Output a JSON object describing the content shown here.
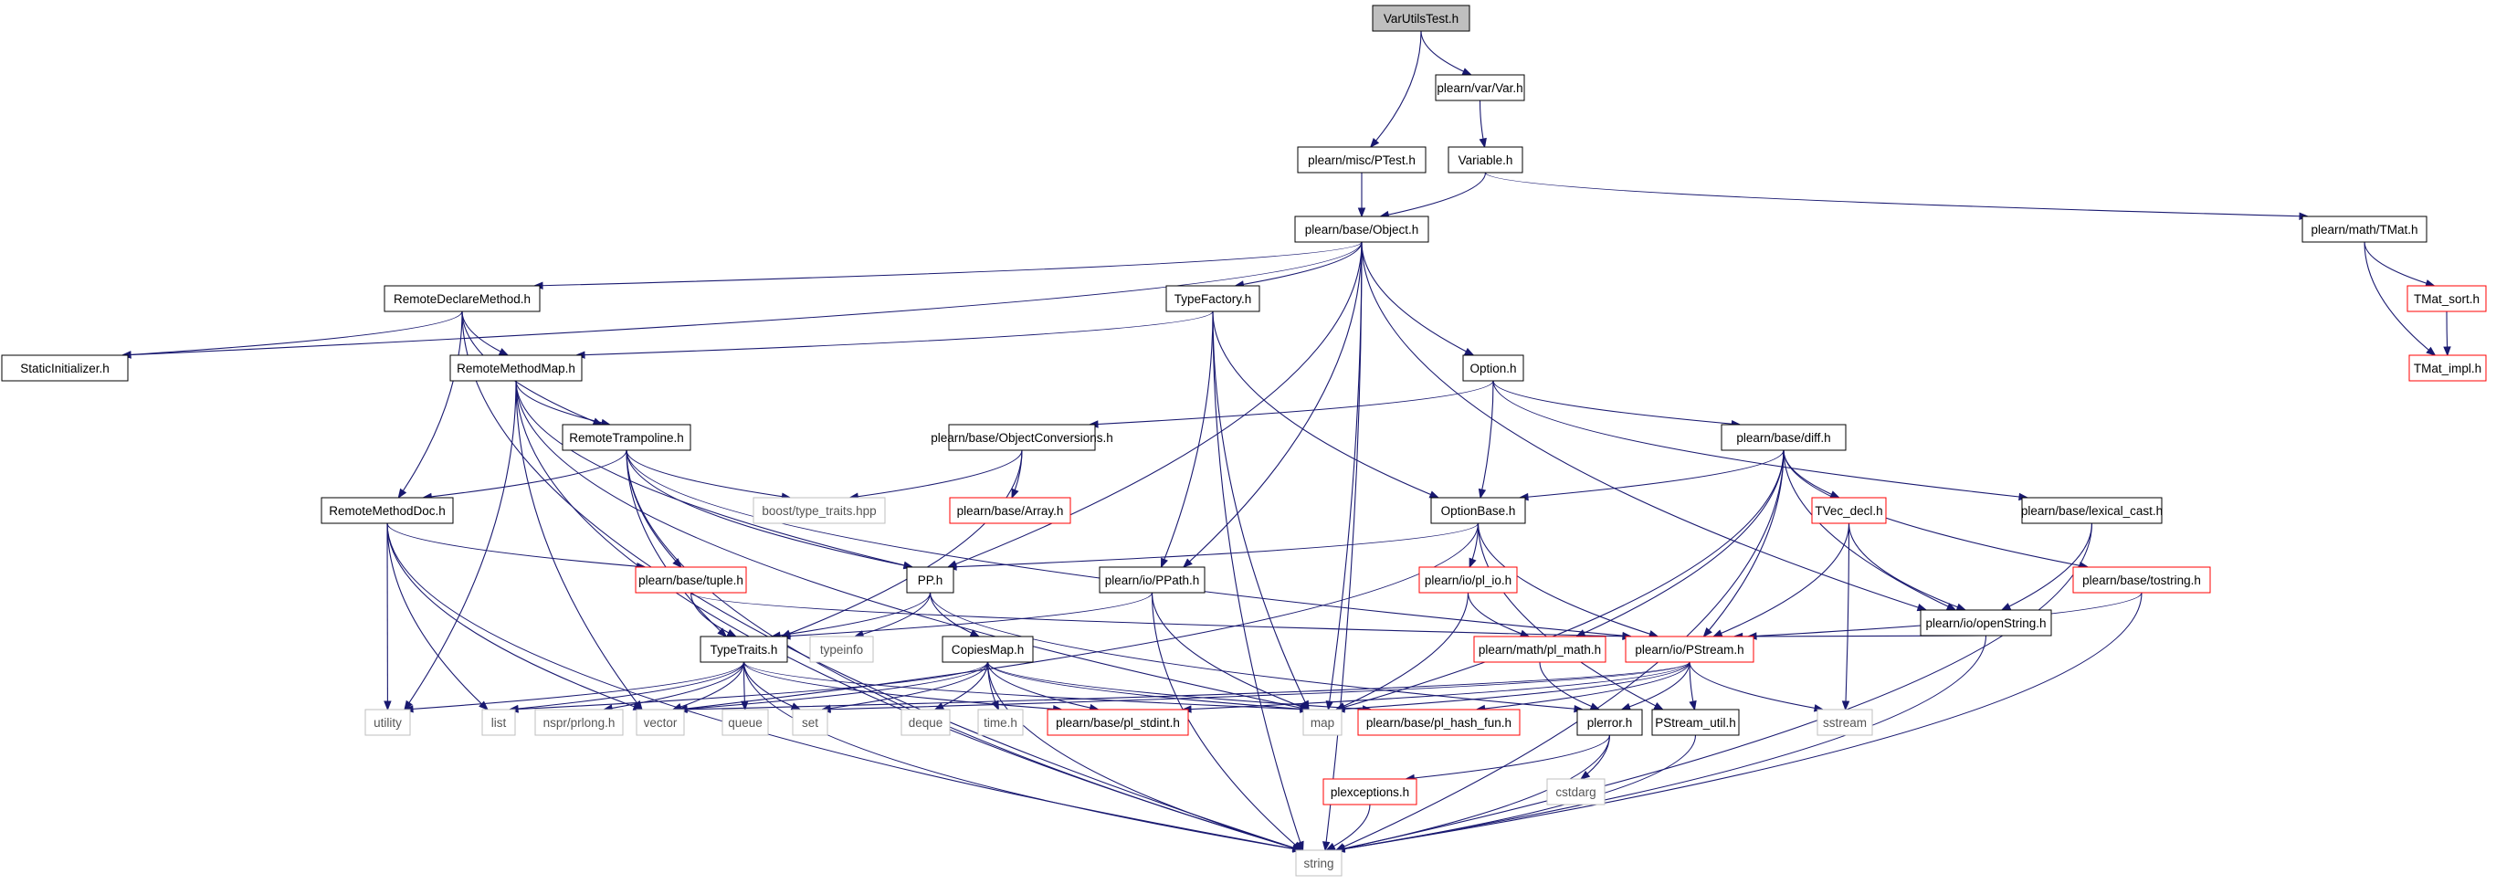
{
  "graph": {
    "edge_color": "#191970",
    "node_styles": {
      "root": {
        "fill": "#bfbfbf",
        "border": "#000000"
      },
      "documented": {
        "fill": "#ffffff",
        "border": "#000000"
      },
      "truncated": {
        "fill": "#ffffff",
        "border": "#ff0000"
      },
      "external": {
        "fill": "#ffffff",
        "border": "#bfbfbf"
      }
    },
    "nodes": [
      {
        "id": "VarUtilsTest",
        "label": "VarUtilsTest.h",
        "style": "root"
      },
      {
        "id": "VarH",
        "label": "plearn/var/Var.h",
        "style": "documented"
      },
      {
        "id": "PTest",
        "label": "plearn/misc/PTest.h",
        "style": "documented"
      },
      {
        "id": "Variable",
        "label": "Variable.h",
        "style": "documented"
      },
      {
        "id": "Object",
        "label": "plearn/base/Object.h",
        "style": "documented"
      },
      {
        "id": "TMat",
        "label": "plearn/math/TMat.h",
        "style": "documented"
      },
      {
        "id": "TMatSort",
        "label": "TMat_sort.h",
        "style": "truncated"
      },
      {
        "id": "TMatImpl",
        "label": "TMat_impl.h",
        "style": "truncated"
      },
      {
        "id": "RemoteDeclareMethod",
        "label": "RemoteDeclareMethod.h",
        "style": "documented"
      },
      {
        "id": "StaticInitializer",
        "label": "StaticInitializer.h",
        "style": "documented"
      },
      {
        "id": "TypeFactory",
        "label": "TypeFactory.h",
        "style": "documented"
      },
      {
        "id": "RemoteMethodMap",
        "label": "RemoteMethodMap.h",
        "style": "documented"
      },
      {
        "id": "Option",
        "label": "Option.h",
        "style": "documented"
      },
      {
        "id": "RemoteTrampoline",
        "label": "RemoteTrampoline.h",
        "style": "documented"
      },
      {
        "id": "ObjectConversions",
        "label": "plearn/base/ObjectConversions.h",
        "style": "documented"
      },
      {
        "id": "Diff",
        "label": "plearn/base/diff.h",
        "style": "documented"
      },
      {
        "id": "RemoteMethodDoc",
        "label": "RemoteMethodDoc.h",
        "style": "documented"
      },
      {
        "id": "BoostTypeTraits",
        "label": "boost/type_traits.hpp",
        "style": "external"
      },
      {
        "id": "PlearnArray",
        "label": "plearn/base/Array.h",
        "style": "truncated"
      },
      {
        "id": "OptionBase",
        "label": "OptionBase.h",
        "style": "documented"
      },
      {
        "id": "TVecDecl",
        "label": "TVec_decl.h",
        "style": "truncated"
      },
      {
        "id": "LexicalCast",
        "label": "plearn/base/lexical_cast.h",
        "style": "documented"
      },
      {
        "id": "Tuple",
        "label": "plearn/base/tuple.h",
        "style": "truncated"
      },
      {
        "id": "PPH",
        "label": "PP.h",
        "style": "documented"
      },
      {
        "id": "PPath",
        "label": "plearn/io/PPath.h",
        "style": "documented"
      },
      {
        "id": "PlIo",
        "label": "plearn/io/pl_io.h",
        "style": "truncated"
      },
      {
        "id": "OpenString",
        "label": "plearn/io/openString.h",
        "style": "documented"
      },
      {
        "id": "Tostring",
        "label": "plearn/base/tostring.h",
        "style": "truncated"
      },
      {
        "id": "TypeTraits",
        "label": "TypeTraits.h",
        "style": "documented"
      },
      {
        "id": "Typeinfo",
        "label": "typeinfo",
        "style": "external"
      },
      {
        "id": "CopiesMap",
        "label": "CopiesMap.h",
        "style": "documented"
      },
      {
        "id": "PlMath",
        "label": "plearn/math/pl_math.h",
        "style": "truncated"
      },
      {
        "id": "PStream",
        "label": "plearn/io/PStream.h",
        "style": "truncated"
      },
      {
        "id": "Utility",
        "label": "utility",
        "style": "external"
      },
      {
        "id": "List",
        "label": "list",
        "style": "external"
      },
      {
        "id": "Nspr",
        "label": "nspr/prlong.h",
        "style": "external"
      },
      {
        "id": "Vector",
        "label": "vector",
        "style": "external"
      },
      {
        "id": "Queue",
        "label": "queue",
        "style": "external"
      },
      {
        "id": "Set",
        "label": "set",
        "style": "external"
      },
      {
        "id": "Deque",
        "label": "deque",
        "style": "external"
      },
      {
        "id": "TimeH",
        "label": "time.h",
        "style": "external"
      },
      {
        "id": "PlStdint",
        "label": "plearn/base/pl_stdint.h",
        "style": "truncated"
      },
      {
        "id": "Map",
        "label": "map",
        "style": "external"
      },
      {
        "id": "PlHashFun",
        "label": "plearn/base/pl_hash_fun.h",
        "style": "truncated"
      },
      {
        "id": "Plerror",
        "label": "plerror.h",
        "style": "documented"
      },
      {
        "id": "PStreamUtil",
        "label": "PStream_util.h",
        "style": "documented"
      },
      {
        "id": "Sstream",
        "label": "sstream",
        "style": "external"
      },
      {
        "id": "Plexceptions",
        "label": "plexceptions.h",
        "style": "truncated"
      },
      {
        "id": "Cstdarg",
        "label": "cstdarg",
        "style": "external"
      },
      {
        "id": "String",
        "label": "string",
        "style": "external"
      }
    ],
    "edges": [
      [
        "VarUtilsTest",
        "PTest"
      ],
      [
        "VarUtilsTest",
        "VarH"
      ],
      [
        "VarH",
        "Variable"
      ],
      [
        "PTest",
        "Object"
      ],
      [
        "Variable",
        "Object"
      ],
      [
        "Variable",
        "TMat"
      ],
      [
        "TMat",
        "TMatSort"
      ],
      [
        "TMat",
        "TMatImpl"
      ],
      [
        "TMatSort",
        "TMatImpl"
      ],
      [
        "Object",
        "StaticInitializer"
      ],
      [
        "Object",
        "RemoteDeclareMethod"
      ],
      [
        "Object",
        "TypeFactory"
      ],
      [
        "Object",
        "Option"
      ],
      [
        "Object",
        "PPH"
      ],
      [
        "Object",
        "PPath"
      ],
      [
        "Object",
        "Map"
      ],
      [
        "Object",
        "OpenString"
      ],
      [
        "Object",
        "String"
      ],
      [
        "RemoteDeclareMethod",
        "StaticInitializer"
      ],
      [
        "RemoteDeclareMethod",
        "RemoteMethodMap"
      ],
      [
        "RemoteDeclareMethod",
        "RemoteTrampoline"
      ],
      [
        "RemoteDeclareMethod",
        "RemoteMethodDoc"
      ],
      [
        "RemoteDeclareMethod",
        "String"
      ],
      [
        "TypeFactory",
        "RemoteMethodMap"
      ],
      [
        "TypeFactory",
        "OptionBase"
      ],
      [
        "TypeFactory",
        "PPath"
      ],
      [
        "TypeFactory",
        "Map"
      ],
      [
        "TypeFactory",
        "String"
      ],
      [
        "RemoteMethodMap",
        "RemoteTrampoline"
      ],
      [
        "RemoteMethodMap",
        "PPH"
      ],
      [
        "RemoteMethodMap",
        "Map"
      ],
      [
        "RemoteMethodMap",
        "Utility"
      ],
      [
        "RemoteMethodMap",
        "Vector"
      ],
      [
        "RemoteMethodMap",
        "String"
      ],
      [
        "Option",
        "ObjectConversions"
      ],
      [
        "Option",
        "OptionBase"
      ],
      [
        "Option",
        "Diff"
      ],
      [
        "Option",
        "LexicalCast"
      ],
      [
        "RemoteTrampoline",
        "RemoteMethodDoc"
      ],
      [
        "RemoteTrampoline",
        "BoostTypeTraits"
      ],
      [
        "RemoteTrampoline",
        "Tuple"
      ],
      [
        "RemoteTrampoline",
        "PPH"
      ],
      [
        "RemoteTrampoline",
        "TypeTraits"
      ],
      [
        "RemoteTrampoline",
        "PStream"
      ],
      [
        "RemoteTrampoline",
        "String"
      ],
      [
        "ObjectConversions",
        "BoostTypeTraits"
      ],
      [
        "ObjectConversions",
        "PlearnArray"
      ],
      [
        "ObjectConversions",
        "TypeTraits"
      ],
      [
        "Diff",
        "OptionBase"
      ],
      [
        "Diff",
        "TVecDecl"
      ],
      [
        "Diff",
        "OpenString"
      ],
      [
        "Diff",
        "Tostring"
      ],
      [
        "Diff",
        "PStream"
      ],
      [
        "Diff",
        "PlMath"
      ],
      [
        "Diff",
        "Map"
      ],
      [
        "Diff",
        "String"
      ],
      [
        "RemoteMethodDoc",
        "Tuple"
      ],
      [
        "RemoteMethodDoc",
        "Utility"
      ],
      [
        "RemoteMethodDoc",
        "List"
      ],
      [
        "RemoteMethodDoc",
        "Vector"
      ],
      [
        "RemoteMethodDoc",
        "String"
      ],
      [
        "OptionBase",
        "PPH"
      ],
      [
        "OptionBase",
        "PlIo"
      ],
      [
        "OptionBase",
        "PStream"
      ],
      [
        "OptionBase",
        "PStreamUtil"
      ],
      [
        "OptionBase",
        "Vector"
      ],
      [
        "TVecDecl",
        "PStream"
      ],
      [
        "TVecDecl",
        "Sstream"
      ],
      [
        "TVecDecl",
        "OpenString"
      ],
      [
        "LexicalCast",
        "OpenString"
      ],
      [
        "LexicalCast",
        "String"
      ],
      [
        "Tuple",
        "TypeTraits"
      ],
      [
        "Tuple",
        "PStream"
      ],
      [
        "PPH",
        "TypeTraits"
      ],
      [
        "PPH",
        "Typeinfo"
      ],
      [
        "PPH",
        "CopiesMap"
      ],
      [
        "PPH",
        "Plerror"
      ],
      [
        "PPath",
        "TypeTraits"
      ],
      [
        "PPath",
        "Map"
      ],
      [
        "PPath",
        "String"
      ],
      [
        "PlIo",
        "PlMath"
      ],
      [
        "PlIo",
        "Map"
      ],
      [
        "OpenString",
        "PStream"
      ],
      [
        "OpenString",
        "String"
      ],
      [
        "Tostring",
        "PStream"
      ],
      [
        "Tostring",
        "String"
      ],
      [
        "TypeTraits",
        "Utility"
      ],
      [
        "TypeTraits",
        "List"
      ],
      [
        "TypeTraits",
        "Nspr"
      ],
      [
        "TypeTraits",
        "Vector"
      ],
      [
        "TypeTraits",
        "Queue"
      ],
      [
        "TypeTraits",
        "Set"
      ],
      [
        "TypeTraits",
        "Map"
      ],
      [
        "TypeTraits",
        "PlStdint"
      ],
      [
        "TypeTraits",
        "String"
      ],
      [
        "CopiesMap",
        "List"
      ],
      [
        "CopiesMap",
        "Vector"
      ],
      [
        "CopiesMap",
        "Set"
      ],
      [
        "CopiesMap",
        "Deque"
      ],
      [
        "CopiesMap",
        "TimeH"
      ],
      [
        "CopiesMap",
        "PlStdint"
      ],
      [
        "CopiesMap",
        "Map"
      ],
      [
        "CopiesMap",
        "PlHashFun"
      ],
      [
        "CopiesMap",
        "String"
      ],
      [
        "PlMath",
        "Plerror"
      ],
      [
        "PStream",
        "Vector"
      ],
      [
        "PStream",
        "Set"
      ],
      [
        "PStream",
        "Map"
      ],
      [
        "PStream",
        "PlHashFun"
      ],
      [
        "PStream",
        "PlStdint"
      ],
      [
        "PStream",
        "Plerror"
      ],
      [
        "PStream",
        "PStreamUtil"
      ],
      [
        "PStream",
        "Sstream"
      ],
      [
        "Plerror",
        "Plexceptions"
      ],
      [
        "Plerror",
        "Cstdarg"
      ],
      [
        "Plerror",
        "String"
      ],
      [
        "Plexceptions",
        "String"
      ],
      [
        "PStreamUtil",
        "String"
      ]
    ]
  }
}
